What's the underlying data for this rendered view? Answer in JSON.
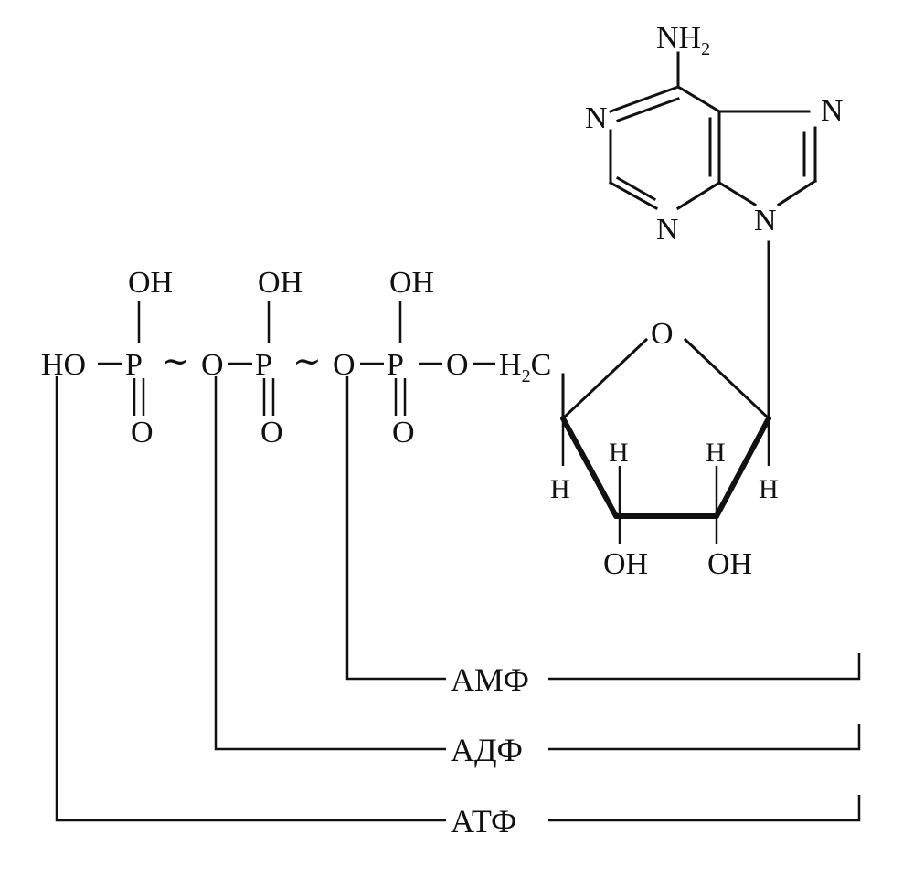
{
  "atoms": {
    "amino_n": "NH",
    "amino_sub": "2",
    "n1": "N",
    "n3": "N",
    "n7": "N",
    "n9": "N",
    "ring_o": "O",
    "ch2_h": "H",
    "ch2_sub": "2",
    "ch2_c": "C",
    "ho_terminal": "HO",
    "phosphorus": "P",
    "oxygen": "O",
    "oh": "OH",
    "hydrogen": "H",
    "high_energy_bond": "~"
  },
  "labels": {
    "amp": "АМФ",
    "adp": "АДФ",
    "atp": "АТФ"
  }
}
